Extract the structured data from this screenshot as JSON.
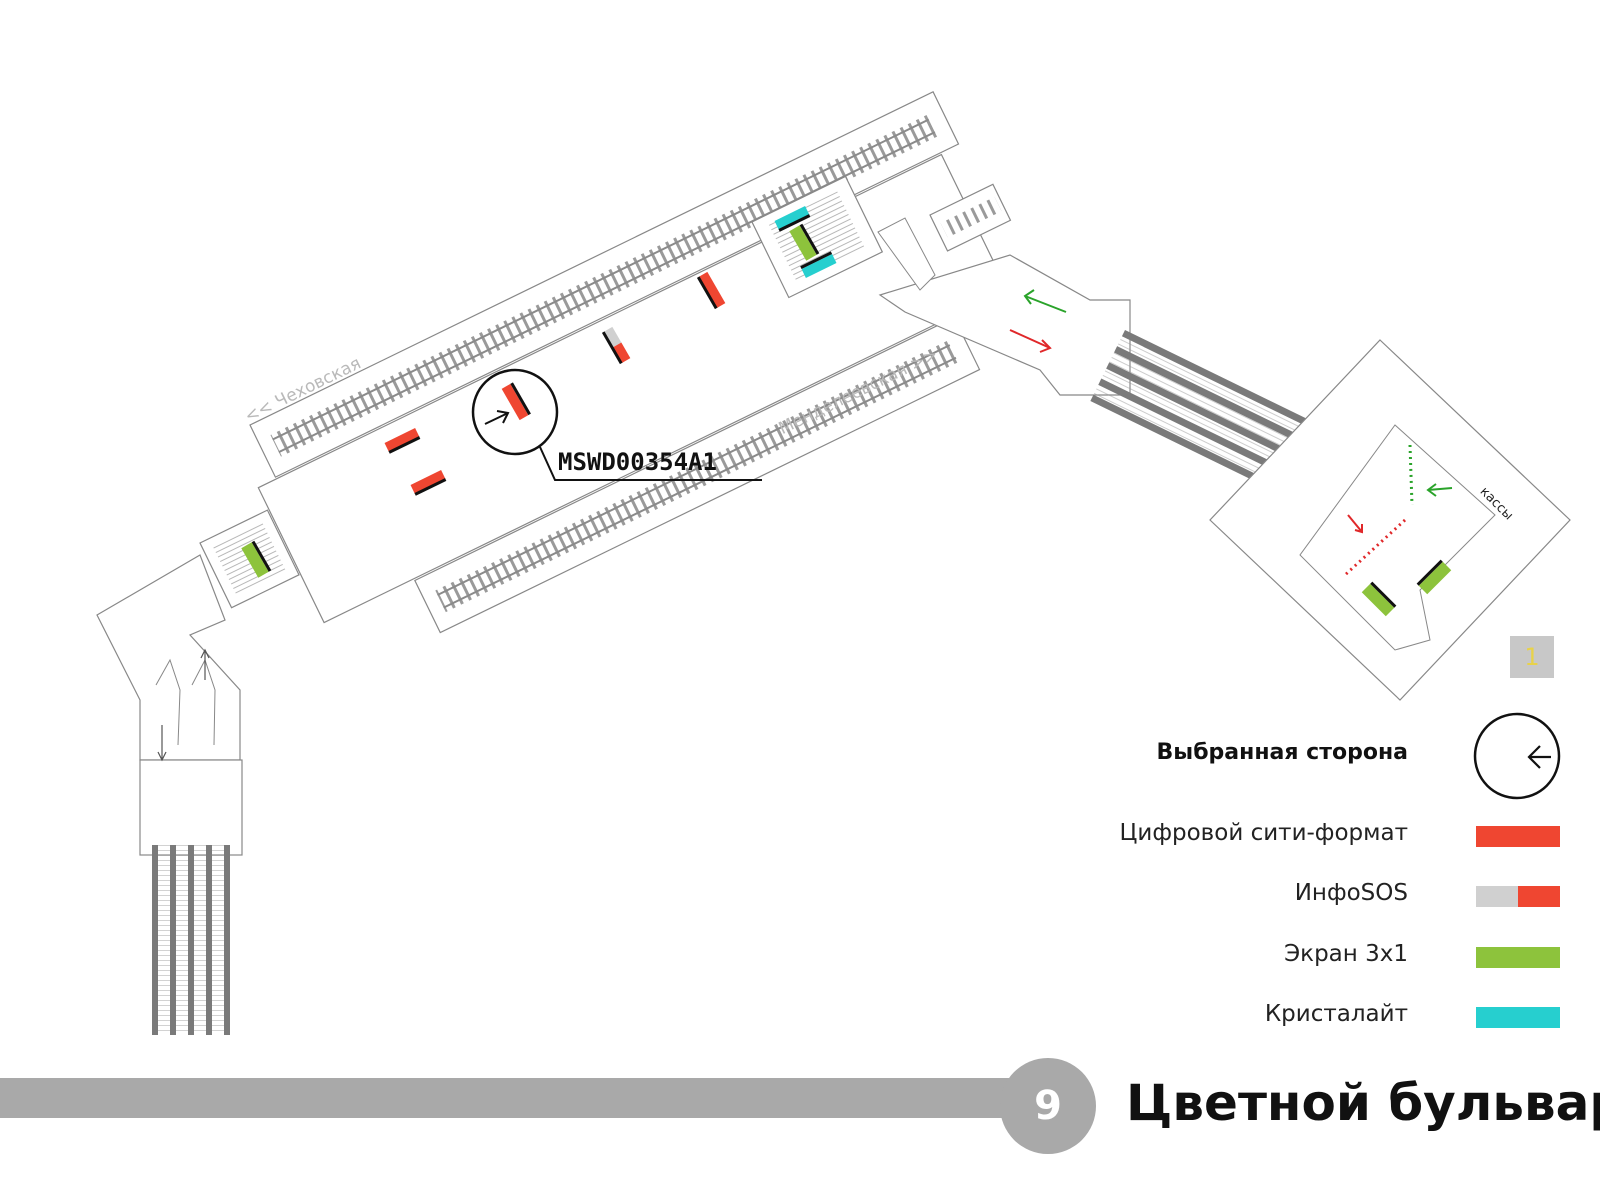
{
  "station": {
    "name": "Цветной бульвар",
    "line_number": "9",
    "line_color": "#a9a9a9"
  },
  "directions": {
    "left": "<< Чеховская",
    "right": "Менделеевская >>"
  },
  "selected_device": {
    "id": "MSWD00354A1",
    "direction_icon": "arrow-right-icon"
  },
  "ticket_office_label": "кассы",
  "exit_number": "1",
  "legend": {
    "selected_side_label": "Выбранная сторона",
    "selected_side_icon": "arrow-left-icon",
    "items": [
      {
        "label": "Цифровой сити-формат",
        "color": "#ef4631"
      },
      {
        "label": "ИнфоSOS",
        "color_left": "#d0d0d0",
        "color_right": "#ef4631"
      },
      {
        "label": "Экран 3х1",
        "color": "#8dc33c"
      },
      {
        "label": "Кристалайт",
        "color": "#26cfcf"
      }
    ]
  },
  "colors": {
    "digital_city_format": "#ef4631",
    "infosos_gray": "#d0d0d0",
    "screen_3x1": "#8dc33c",
    "crystalite": "#26cfcf",
    "flow_in": "#2aa32a",
    "flow_out": "#e0282a"
  }
}
